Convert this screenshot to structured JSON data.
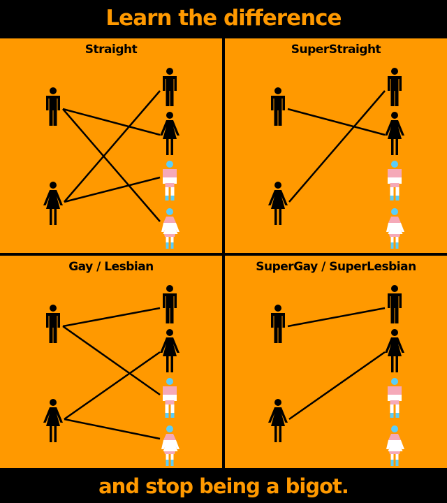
{
  "header": {
    "title": "Learn the difference"
  },
  "footer": {
    "text": "and stop being a bigot."
  },
  "colors": {
    "background": "#000000",
    "panel": "#FF9900",
    "banner_text": "#FF9900",
    "trans_pink": "#F5A9B8",
    "trans_blue": "#5BCEFA",
    "trans_white": "#FFFFFF",
    "figure": "#000000"
  },
  "panels": [
    {
      "title": "Straight",
      "left_figures": [
        "man-icon",
        "woman-icon"
      ],
      "right_figures": [
        "man-icon",
        "woman-icon",
        "trans-man-icon",
        "trans-woman-icon"
      ],
      "connections": [
        {
          "from": "man",
          "to": "woman"
        },
        {
          "from": "man",
          "to": "trans-woman"
        },
        {
          "from": "woman",
          "to": "man"
        },
        {
          "from": "woman",
          "to": "trans-man"
        }
      ]
    },
    {
      "title": "SuperStraight",
      "left_figures": [
        "man-icon",
        "woman-icon"
      ],
      "right_figures": [
        "man-icon",
        "woman-icon",
        "trans-man-icon",
        "trans-woman-icon"
      ],
      "connections": [
        {
          "from": "man",
          "to": "woman"
        },
        {
          "from": "woman",
          "to": "man"
        }
      ]
    },
    {
      "title": "Gay / Lesbian",
      "left_figures": [
        "man-icon",
        "woman-icon"
      ],
      "right_figures": [
        "man-icon",
        "woman-icon",
        "trans-man-icon",
        "trans-woman-icon"
      ],
      "connections": [
        {
          "from": "man",
          "to": "man"
        },
        {
          "from": "man",
          "to": "trans-man"
        },
        {
          "from": "woman",
          "to": "woman"
        },
        {
          "from": "woman",
          "to": "trans-woman"
        }
      ]
    },
    {
      "title": "SuperGay / SuperLesbian",
      "left_figures": [
        "man-icon",
        "woman-icon"
      ],
      "right_figures": [
        "man-icon",
        "woman-icon",
        "trans-man-icon",
        "trans-woman-icon"
      ],
      "connections": [
        {
          "from": "man",
          "to": "man"
        },
        {
          "from": "woman",
          "to": "woman"
        }
      ]
    }
  ]
}
